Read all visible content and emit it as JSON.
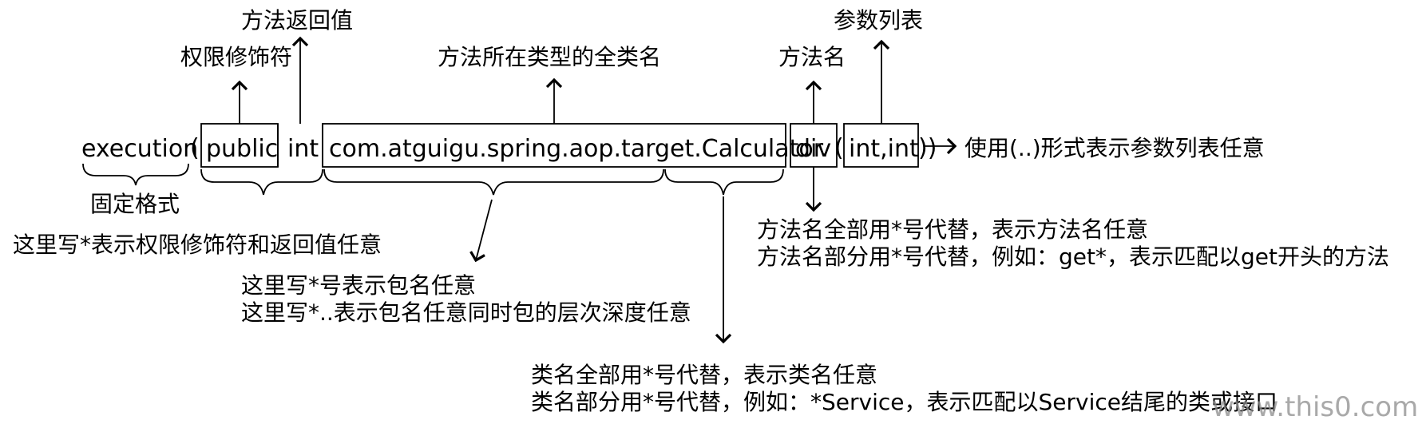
{
  "top_labels": {
    "return_value": "方法返回值",
    "modifier": "权限修饰符",
    "full_class_name": "方法所在类型的全类名",
    "method_name": "方法名",
    "param_list": "参数列表"
  },
  "expression": {
    "prefix": "execution",
    "open_paren": "(",
    "modifier": "public",
    "return_type": "int",
    "class_path": "com.atguigu.spring.aop.target.Calculator.",
    "method": "div",
    "param_open": "(",
    "params": "int,int",
    "param_close": "))"
  },
  "annotations": {
    "params_any": "使用(..)形式表示参数列表任意",
    "fixed_format": "固定格式",
    "modifier_any": "这里写*表示权限修饰符和返回值任意",
    "package_any": "这里写*号表示包名任意",
    "package_depth_any": "这里写*..表示包名任意同时包的层次深度任意",
    "method_all": "方法名全部用*号代替，表示方法名任意",
    "method_partial": "方法名部分用*号代替，例如：get*，表示匹配以get开头的方法",
    "class_all": "类名全部用*号代替，表示类名任意",
    "class_partial": "类名部分用*号代替，例如：*Service，表示匹配以Service结尾的类或接口"
  },
  "watermark": "www.this0.com"
}
